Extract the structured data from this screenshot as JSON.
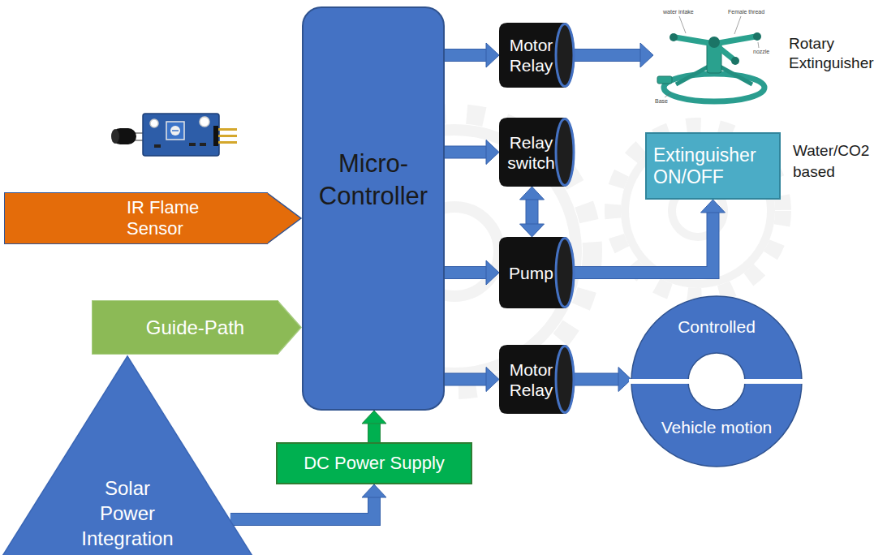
{
  "diagram": {
    "nodes": [
      {
        "text": [
          "IR Flame Sensor"
        ]
      },
      {
        "text": [
          "Guide-Path"
        ]
      },
      {
        "text": [
          "Micro- Controller"
        ]
      },
      {
        "text": [
          "DC Power Supply"
        ]
      },
      {
        "text": [
          "Solar Power Integration"
        ]
      },
      {
        "text": [
          "Motor Relay"
        ]
      },
      {
        "text": [
          "Relay switch"
        ]
      },
      {
        "text": [
          "Pump"
        ]
      },
      {
        "text": [
          "Motor Relay"
        ]
      },
      {
        "text": [
          "Rotary Extinguisher"
        ]
      },
      {
        "text": [
          "Extinguisher ON/OFF",
          "Water/CO2 based"
        ]
      },
      {
        "text": [
          "Controlled",
          "Vehicle motion"
        ]
      }
    ],
    "edges": [
      {
        "from": 0,
        "to": 2,
        "arrow": "to"
      },
      {
        "from": 1,
        "to": 2,
        "arrow": "to"
      },
      {
        "from": 4,
        "to": 3,
        "arrow": "to"
      },
      {
        "from": 3,
        "to": 2,
        "arrow": "to"
      },
      {
        "from": 2,
        "to": 5,
        "arrow": "to"
      },
      {
        "from": 2,
        "to": 6,
        "arrow": "to"
      },
      {
        "from": 2,
        "to": 7,
        "arrow": "to"
      },
      {
        "from": 2,
        "to": 8,
        "arrow": "to"
      },
      {
        "from": 6,
        "to": 7,
        "arrow": "both"
      },
      {
        "from": 5,
        "to": 9,
        "arrow": "to"
      },
      {
        "from": 7,
        "to": 10,
        "arrow": "to"
      },
      {
        "from": 8,
        "to": 11,
        "arrow": "to"
      }
    ],
    "labels": [
      "water intake",
      "Female thread",
      "nozzle",
      "Base"
    ]
  }
}
